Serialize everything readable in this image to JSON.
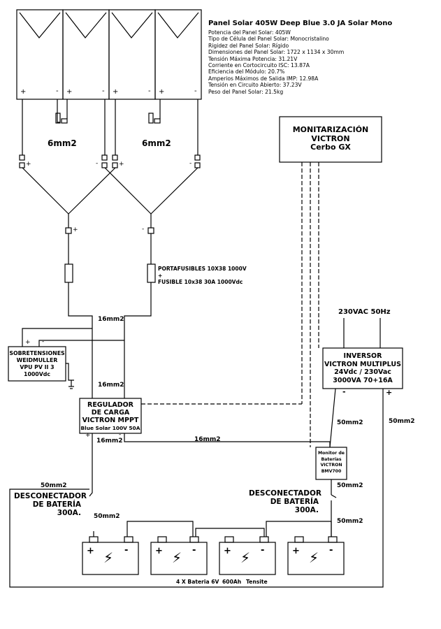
{
  "panel": {
    "title": "Panel Solar 405W Deep Blue 3.0 JA Solar Mono",
    "specs": [
      "Potencia del Panel Solar: 405W",
      "Tipo de Célula del Panel Solar: Monocristalino",
      "Rigidez del Panel Solar: Rígido",
      "Dimensiones del Panel Solar: 1722 x 1134 x 30mm",
      "Tensión Máxima Potencia: 31.21V",
      "Corriente en Cortocircuito ISC: 13.87A",
      "Eficiencia del Módulo: 20.7%",
      "Amperios Máximos de Salida IMP: 12.98A",
      "Tensión en Circuito Abierto: 37.23V",
      "Peso del Panel Solar: 21.5kg"
    ]
  },
  "wiring": {
    "string_cable_left": "6mm2",
    "string_cable_right": "6mm2",
    "cable_16_a": "16mm2",
    "cable_16_b": "16mm2",
    "cable_16_c": "16mm2",
    "cable_16_d": "16mm2",
    "cable_50_inv_neg": "50mm2",
    "cable_50_inv_pos": "50mm2",
    "cable_50_left": "50mm2",
    "cable_50_batt": "50mm2",
    "cable_50_bmv": "50mm2",
    "cable_50_disc": "50mm2"
  },
  "fuse": {
    "line1": "PORTAFUSIBLES 10X38 1000V",
    "line2": "+",
    "line3": "FUSIBLE 10x38  30A 1000Vdc"
  },
  "monitor": {
    "line1": "MONITARIZACIÓN",
    "line2": "VICTRON",
    "line3": "Cerbo GX"
  },
  "surge": {
    "line1": "SOBRETENSIONES",
    "line2": "WEIDMULLER",
    "line3": "VPU PV II 3",
    "line4": "1000Vdc"
  },
  "regulator": {
    "line1": "REGULADOR",
    "line2": "DE CARGA",
    "line3": "VICTRON MPPT",
    "line4": "Blue Solar 100V 50A"
  },
  "inverter": {
    "ac_label": "230VAC 50Hz",
    "line1": "INVERSOR",
    "line2": "VICTRON MULTIPLUS",
    "line3": "24Vdc / 230Vac",
    "line4": "3000VA 70+16A"
  },
  "bmv": {
    "line1": "Monitor de",
    "line2": "Baterías",
    "line3": "VICTRON",
    "line4": "BMV700"
  },
  "disconnect_left": {
    "line1": "DESCONECTADOR",
    "line2": "DE BATERÍA",
    "line3": "300A."
  },
  "disconnect_right": {
    "line1": "DESCONECTADOR",
    "line2": "DE BATERÍA",
    "line3": "300A."
  },
  "battery": {
    "caption_a": "4 X Bateria 6V",
    "caption_b": "600Ah",
    "caption_c": "Tensite"
  },
  "symbols": {
    "plus": "+",
    "minus": "-",
    "bolt": "⚡"
  }
}
